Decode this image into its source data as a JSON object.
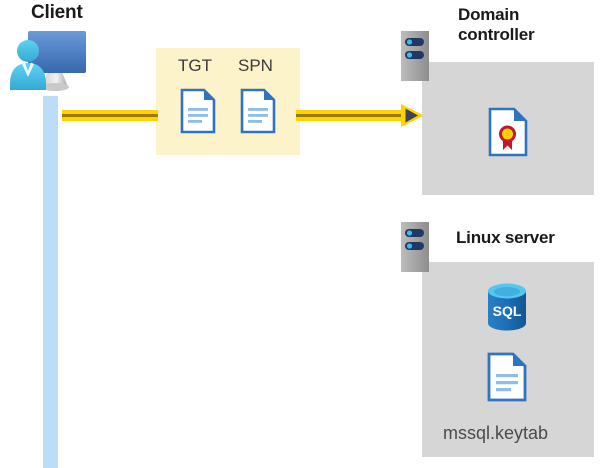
{
  "diagram": {
    "title_client": "Client",
    "title_domain_controller": "Domain\ncontroller",
    "title_linux_server": "Linux server",
    "message_labels": {
      "tgt": "TGT",
      "spn": "SPN"
    },
    "keytab_filename": "mssql.keytab",
    "sql_icon_text": "SQL",
    "icons": {
      "client": "client-workstation-icon",
      "tgt_document": "document-icon",
      "spn_document": "document-icon",
      "certificate": "certificate-document-icon",
      "database": "sql-database-icon",
      "keytab_document": "document-icon",
      "server_dc": "server-icon",
      "server_linux": "server-icon",
      "flow_arrow": "arrow-right-icon"
    },
    "colors": {
      "lifeline": "#bcdcf8",
      "message_box": "#fdf3ca",
      "arrow_band": "#ffd200",
      "arrow_core": "#9a7a08",
      "arrow_head_fill": "#3c4454",
      "panel": "#d6d6d6",
      "server_body": "#a6a6a6",
      "server_pill": "#1f3864",
      "server_dot": "#41b8e8",
      "doc_border": "#2f74c0",
      "doc_fold": "#2f74c0",
      "doc_line": "#8fbce8",
      "seal_ribbon": "#c0182a",
      "seal_center": "#ffd100",
      "db_body": "#1b6fba",
      "db_top": "#53c8ef",
      "monitor_top": "#5b8fd0",
      "monitor_bottom": "#3b6fb5",
      "person": "#3fc0e8",
      "text_dark": "#1a1a1a",
      "text_gray": "#4a4a4a"
    }
  }
}
